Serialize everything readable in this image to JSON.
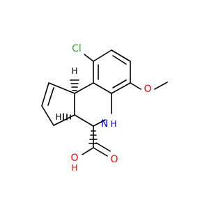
{
  "colors": {
    "background": "#ffffff",
    "bond": "#000000",
    "chlorine": "#2fa52f",
    "oxygen": "#ff0000",
    "nitrogen": "#0000ff",
    "hydrogen": "#000000"
  },
  "atom_labels": {
    "cl": "Cl",
    "o_methoxy": "O",
    "n": "N",
    "nh_h": "H",
    "h_upper": "H",
    "h_lower": "H",
    "o_carbonyl": "O",
    "o_hydroxyl_o": "O",
    "o_hydroxyl_h": "H"
  }
}
